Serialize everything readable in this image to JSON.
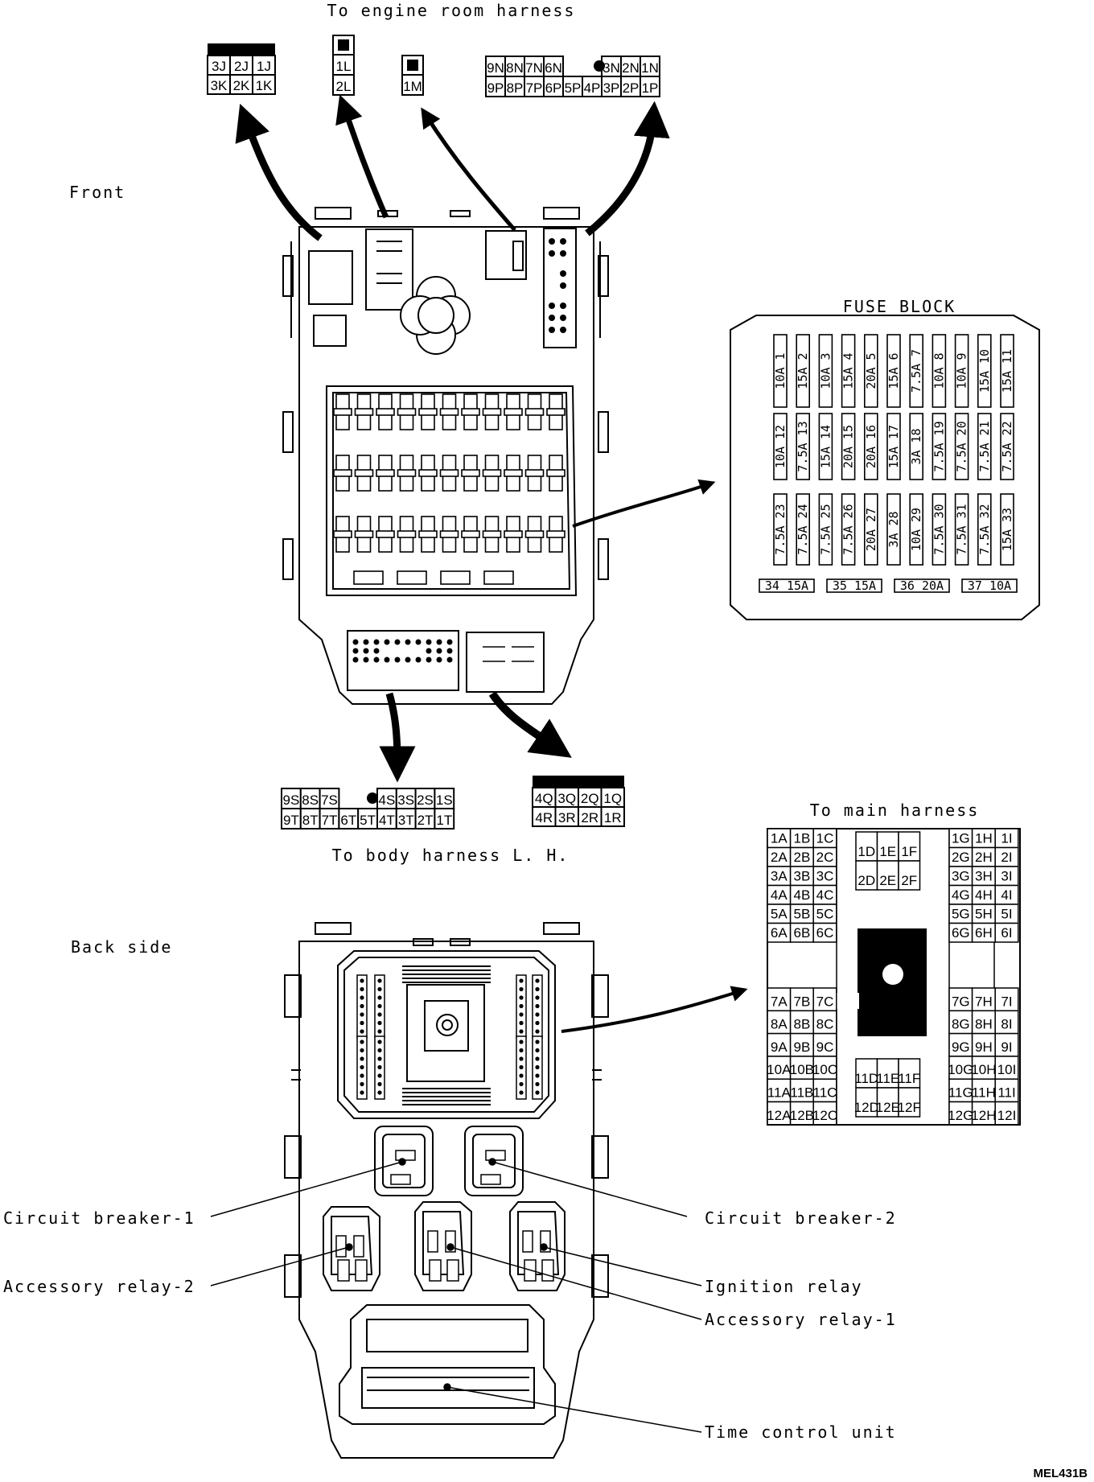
{
  "labels": {
    "engine_harness": "To engine room harness",
    "front": "Front",
    "fuse_block_title": "FUSE BLOCK",
    "body_harness": "To body harness L. H.",
    "main_harness": "To main harness",
    "back_side": "Back side",
    "circuit_breaker_1": "Circuit breaker-1",
    "circuit_breaker_2": "Circuit breaker-2",
    "accessory_relay_2": "Accessory relay-2",
    "ignition_relay": "Ignition relay",
    "accessory_relay_1": "Accessory relay-1",
    "time_control_unit": "Time control unit",
    "figure_ref": "MEL431B"
  },
  "connectors": {
    "c_3j": {
      "top": [
        "3J",
        "2J",
        "1J"
      ],
      "bottom": [
        "3K",
        "2K",
        "1K"
      ]
    },
    "c_1l": {
      "top": [
        "1L"
      ],
      "bottom": [
        "2L"
      ]
    },
    "c_1m": {
      "top": [],
      "bottom": [
        "1M"
      ]
    },
    "c_9n": {
      "top": [
        "9N",
        "8N",
        "7N",
        "6N",
        "",
        "",
        "3N",
        "2N",
        "1N"
      ],
      "bottom": [
        "9P",
        "8P",
        "7P",
        "6P",
        "5P",
        "4P",
        "3P",
        "2P",
        "1P"
      ]
    },
    "c_9s": {
      "top": [
        "9S",
        "8S",
        "7S",
        "",
        "",
        "4S",
        "3S",
        "2S",
        "1S"
      ],
      "bottom": [
        "9T",
        "8T",
        "7T",
        "6T",
        "5T",
        "4T",
        "3T",
        "2T",
        "1T"
      ]
    },
    "c_4q": {
      "top": [
        "4Q",
        "3Q",
        "2Q",
        "1Q"
      ],
      "bottom": [
        "4R",
        "3R",
        "2R",
        "1R"
      ]
    }
  },
  "fuse_block": {
    "row1": [
      "10A 1",
      "15A 2",
      "10A 3",
      "15A 4",
      "20A 5",
      "15A 6",
      "7.5A 7",
      "10A 8",
      "10A 9",
      "15A 10",
      "15A 11"
    ],
    "row2": [
      "10A 12",
      "7.5A 13",
      "15A 14",
      "20A 15",
      "20A 16",
      "15A 17",
      "3A 18",
      "7.5A 19",
      "7.5A 20",
      "7.5A 21",
      "7.5A 22"
    ],
    "row3": [
      "7.5A 23",
      "7.5A 24",
      "7.5A 25",
      "7.5A 26",
      "20A 27",
      "3A 28",
      "10A 29",
      "7.5A 30",
      "7.5A 31",
      "7.5A 32",
      "15A 33"
    ],
    "bottom": [
      "34 15A",
      "35 15A",
      "36 20A",
      "37 10A"
    ]
  },
  "main_harness": {
    "left_top": [
      [
        "1A",
        "1B",
        "1C"
      ],
      [
        "2A",
        "2B",
        "2C"
      ],
      [
        "3A",
        "3B",
        "3C"
      ],
      [
        "4A",
        "4B",
        "4C"
      ],
      [
        "5A",
        "5B",
        "5C"
      ],
      [
        "6A",
        "6B",
        "6C"
      ]
    ],
    "left_bottom": [
      [
        "7A",
        "7B",
        "7C"
      ],
      [
        "8A",
        "8B",
        "8C"
      ],
      [
        "9A",
        "9B",
        "9C"
      ],
      [
        "10A",
        "10B",
        "10C"
      ],
      [
        "11A",
        "11B",
        "11C"
      ],
      [
        "12A",
        "12B",
        "12C"
      ]
    ],
    "right_top": [
      [
        "1G",
        "1H",
        "1I"
      ],
      [
        "2G",
        "2H",
        "2I"
      ],
      [
        "3G",
        "3H",
        "3I"
      ],
      [
        "4G",
        "4H",
        "4I"
      ],
      [
        "5G",
        "5H",
        "5I"
      ],
      [
        "6G",
        "6H",
        "6I"
      ]
    ],
    "right_bottom": [
      [
        "7G",
        "7H",
        "7I"
      ],
      [
        "8G",
        "8H",
        "8I"
      ],
      [
        "9G",
        "9H",
        "9I"
      ],
      [
        "10G",
        "10H",
        "10I"
      ],
      [
        "11G",
        "11H",
        "11I"
      ],
      [
        "12G",
        "12H",
        "12I"
      ]
    ],
    "mid_top": [
      [
        "1D",
        "1E",
        "1F"
      ],
      [
        "2D",
        "2E",
        "2F"
      ]
    ],
    "mid_bottom": [
      [
        "11D",
        "11E",
        "11F"
      ],
      [
        "12D",
        "12E",
        "12F"
      ]
    ]
  }
}
